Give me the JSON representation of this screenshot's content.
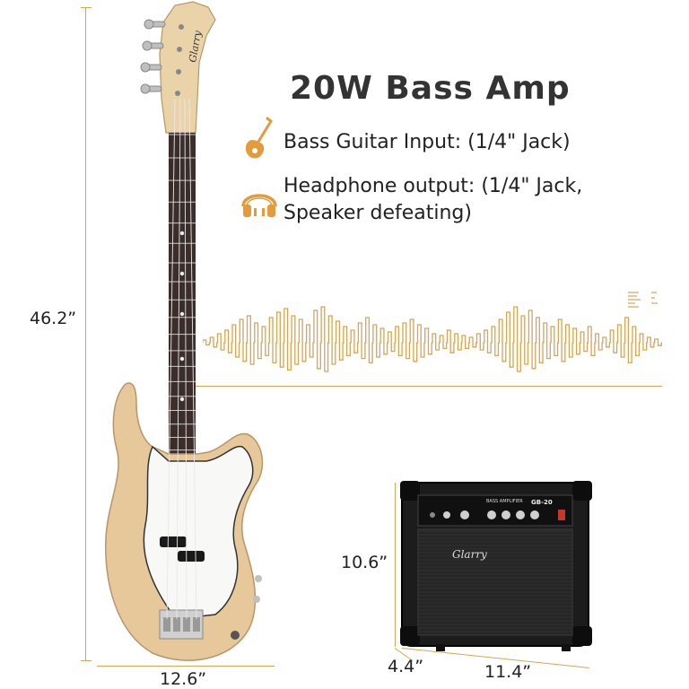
{
  "title": "20W Bass Amp",
  "features": [
    {
      "icon": "bass-guitar-icon",
      "text": "Bass Guitar Input: (1/4\" Jack)"
    },
    {
      "icon": "headphone-icon",
      "line1": "Headphone output: (1/4\" Jack,",
      "line2": "Speaker defeating)"
    }
  ],
  "dimensions": {
    "guitar_height": "46.2”",
    "guitar_width": "12.6”",
    "amp_height": "10.6”",
    "amp_depth": "4.4”",
    "amp_width": "11.4”"
  },
  "amp_panel": {
    "heading": "BASS AMPLIFIER",
    "model": "GB-20",
    "brand": "Glarry"
  },
  "guitar": {
    "headstock_brand": "Glarry"
  },
  "colors": {
    "accent": "#d9a454",
    "wood": "#e6c89a",
    "fretboard": "#3b2e2a",
    "amp_body": "#1c1c1c"
  }
}
